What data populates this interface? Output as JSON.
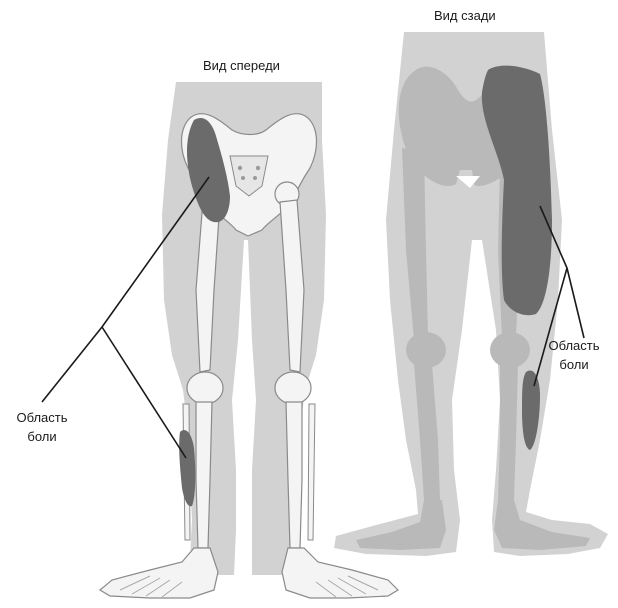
{
  "front_view": {
    "title": "Вид спереди",
    "pain_label_line1": "Область",
    "pain_label_line2": "боли"
  },
  "back_view": {
    "title": "Вид сзади",
    "pain_label_line1": "Область",
    "pain_label_line2": "боли"
  },
  "colors": {
    "silhouette": "#d2d2d2",
    "bone": "#f4f4f4",
    "bone_outline": "#8a8a8a",
    "back_bone": "#b9b9b9",
    "pain_region": "#6b6b6b",
    "leader_line": "#1a1a1a"
  }
}
